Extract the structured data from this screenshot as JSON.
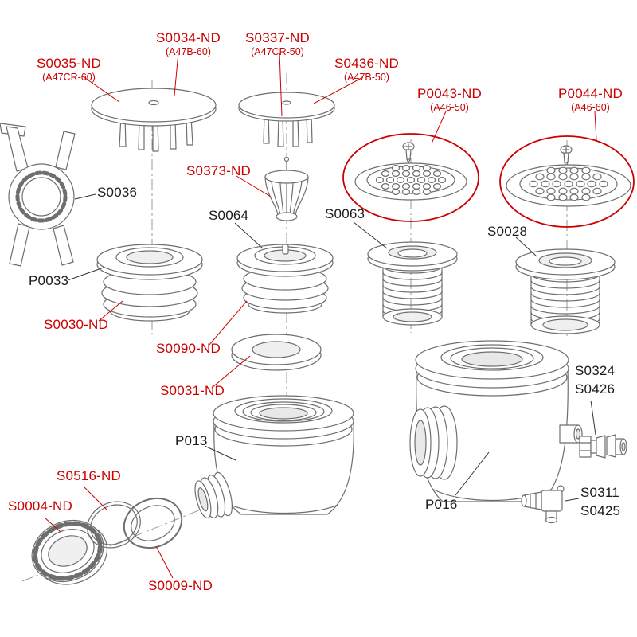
{
  "colors": {
    "label_red": "#cc0000",
    "label_black": "#1b1b1b",
    "drawing_gray": "#6e6e6e",
    "highlight_oval_red": "#cc0000"
  },
  "labels": {
    "s0035": {
      "text": "S0035-ND",
      "sub": "(A47CR-60)"
    },
    "s0034": {
      "text": "S0034-ND",
      "sub": "(A47B-60)"
    },
    "s0337": {
      "text": "S0337-ND",
      "sub": "(A47CR-50)"
    },
    "s0436": {
      "text": "S0436-ND",
      "sub": "(A47B-50)"
    },
    "p0043": {
      "text": "P0043-ND",
      "sub": "(A46-50)"
    },
    "p0044": {
      "text": "P0044-ND",
      "sub": "(A46-60)"
    },
    "s0373": {
      "text": "S0373-ND"
    },
    "s0036": {
      "text": "S0036"
    },
    "s0064": {
      "text": "S0064"
    },
    "s0063": {
      "text": "S0063"
    },
    "s0028": {
      "text": "S0028"
    },
    "p0033": {
      "text": "P0033"
    },
    "s0030": {
      "text": "S0030-ND"
    },
    "s0090": {
      "text": "S0090-ND"
    },
    "s0031": {
      "text": "S0031-ND"
    },
    "p013": {
      "text": "P013"
    },
    "p016": {
      "text": "P016"
    },
    "s0324": {
      "text": "S0324"
    },
    "s0426": {
      "text": "S0426"
    },
    "s0311": {
      "text": "S0311"
    },
    "s0425": {
      "text": "S0425"
    },
    "s0516": {
      "text": "S0516-ND"
    },
    "s0004": {
      "text": "S0004-ND"
    },
    "s0009": {
      "text": "S0009-ND"
    }
  }
}
